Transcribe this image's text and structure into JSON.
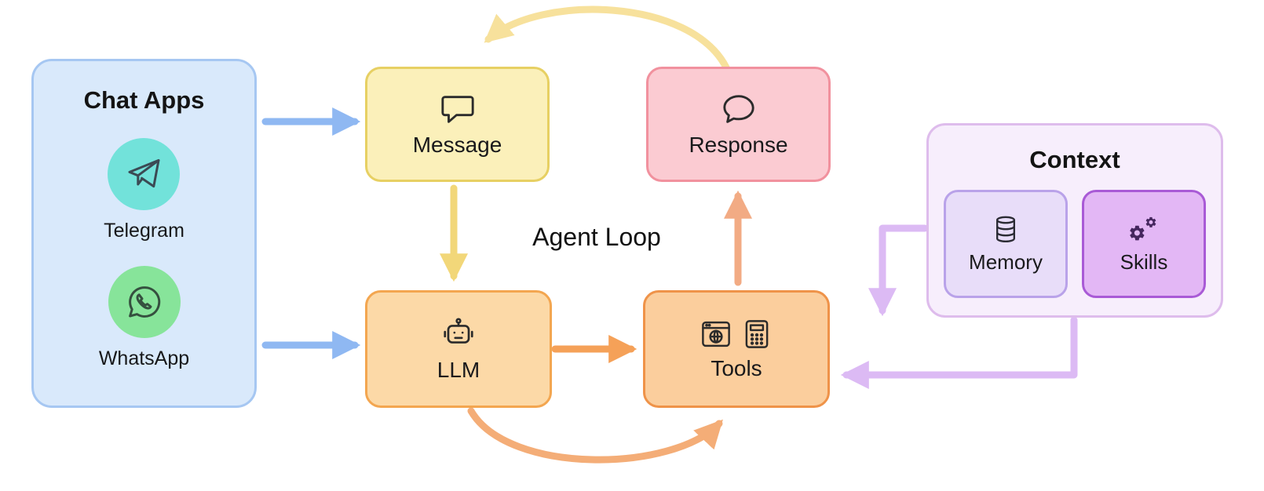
{
  "title": "Agent Loop",
  "chat_apps": {
    "title": "Chat Apps",
    "items": [
      {
        "label": "Telegram",
        "icon": "telegram-icon",
        "circle_color": "#72e2da"
      },
      {
        "label": "WhatsApp",
        "icon": "whatsapp-icon",
        "circle_color": "#87e49a"
      }
    ]
  },
  "nodes": {
    "message": {
      "label": "Message",
      "icon": "speech-bubble-icon"
    },
    "response": {
      "label": "Response",
      "icon": "round-chat-bubble-icon"
    },
    "llm": {
      "label": "LLM",
      "icon": "robot-icon"
    },
    "tools": {
      "label": "Tools",
      "icon": "browser-and-calculator-icons"
    }
  },
  "context": {
    "title": "Context",
    "items": [
      {
        "label": "Memory",
        "icon": "database-icon"
      },
      {
        "label": "Skills",
        "icon": "gears-icon"
      }
    ]
  },
  "edges": [
    {
      "from": "Chat Apps",
      "to": "Message",
      "style": "straight",
      "color": "#8fb8f2"
    },
    {
      "from": "Chat Apps",
      "to": "LLM",
      "style": "straight",
      "color": "#8fb8f2"
    },
    {
      "from": "Message",
      "to": "LLM",
      "style": "straight",
      "color": "#f2d779"
    },
    {
      "from": "Response",
      "to": "Message",
      "style": "curved-top",
      "color": "#f7e19c"
    },
    {
      "from": "LLM",
      "to": "Tools",
      "style": "straight",
      "color": "#f5a158"
    },
    {
      "from": "LLM",
      "to": "Tools",
      "style": "curved-bottom",
      "color": "#f4ad77"
    },
    {
      "from": "Tools",
      "to": "Response",
      "style": "straight",
      "color": "#f2ab84"
    },
    {
      "from": "Context",
      "to": "Tools",
      "style": "elbow-top",
      "color": "#dcbaf4"
    },
    {
      "from": "Context",
      "to": "Tools",
      "style": "elbow-bottom",
      "color": "#dcbaf4"
    }
  ],
  "palette": {
    "chat_apps_fill": "#d9e9fb",
    "chat_apps_border": "#a6c7f2",
    "message_fill": "#fbf0ba",
    "message_border": "#e7d063",
    "response_fill": "#fbcbd2",
    "response_border": "#f1919e",
    "llm_fill": "#fcd9a7",
    "llm_border": "#f3a650",
    "tools_fill": "#fbce9d",
    "tools_border": "#ef9349",
    "context_fill": "#f7eefc",
    "context_border": "#debcec",
    "memory_fill": "#e8ddf9",
    "memory_border": "#b9a2e9",
    "skills_fill": "#e3b7f5",
    "skills_border": "#a95ad6"
  }
}
